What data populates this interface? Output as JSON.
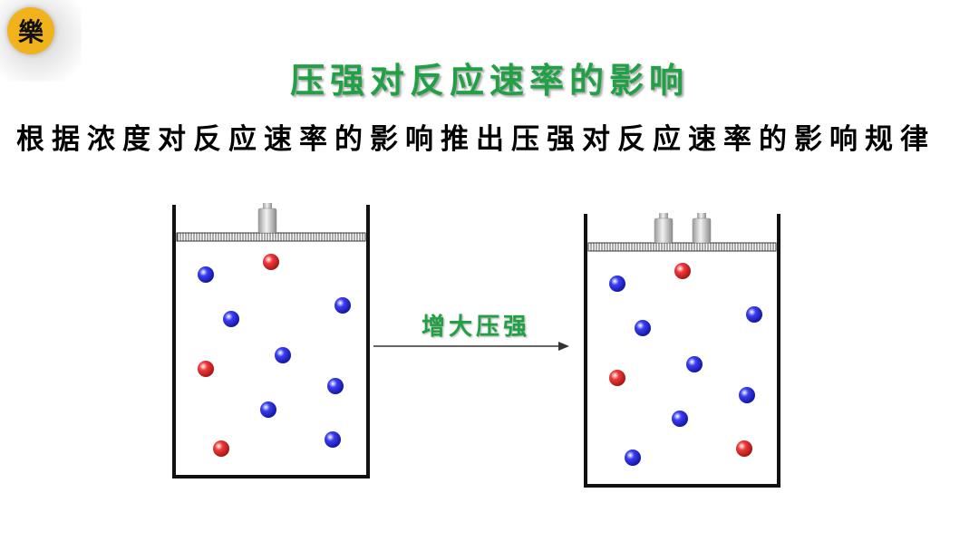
{
  "logo": {
    "text": "樂",
    "color": "#f2b21c"
  },
  "title": "压强对反应速率的影响",
  "subtitle": "根据浓度对反应速率的影响推出压强对反应速率的影响规律",
  "arrow": {
    "label": "增大压强"
  },
  "colors": {
    "title": "#22a046",
    "molecule_red": "#e0202a",
    "molecule_blue": "#1f22c8"
  },
  "containers": [
    {
      "name": "before",
      "weights": 1,
      "molecules": [
        {
          "c": "blue"
        },
        {
          "c": "red"
        },
        {
          "c": "blue"
        },
        {
          "c": "blue"
        },
        {
          "c": "blue"
        },
        {
          "c": "red"
        },
        {
          "c": "blue"
        },
        {
          "c": "blue"
        },
        {
          "c": "red"
        },
        {
          "c": "blue"
        }
      ]
    },
    {
      "name": "after",
      "weights": 2,
      "molecules": [
        {
          "c": "blue"
        },
        {
          "c": "red"
        },
        {
          "c": "blue"
        },
        {
          "c": "blue"
        },
        {
          "c": "blue"
        },
        {
          "c": "red"
        },
        {
          "c": "blue"
        },
        {
          "c": "blue"
        },
        {
          "c": "blue"
        },
        {
          "c": "red"
        }
      ]
    }
  ]
}
